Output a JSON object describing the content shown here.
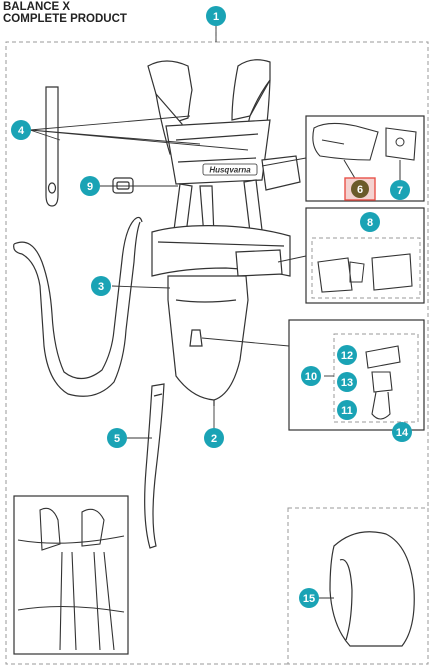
{
  "title": {
    "line1": "BALANCE X",
    "line2": "COMPLETE PRODUCT"
  },
  "brand_label": "Husqvarna",
  "colors": {
    "callout": "#1aa3b5",
    "highlight_fill": "#6b5a2a",
    "highlight_border": "#e8524a",
    "line": "#333333",
    "dashed_frame": "#999999"
  },
  "callouts": {
    "c1": "1",
    "c2": "2",
    "c3": "3",
    "c4": "4",
    "c5": "5",
    "c6": "6",
    "c7": "7",
    "c8": "8",
    "c9": "9",
    "c10": "10",
    "c11": "11",
    "c12": "12",
    "c13": "13",
    "c14": "14",
    "c15": "15"
  }
}
